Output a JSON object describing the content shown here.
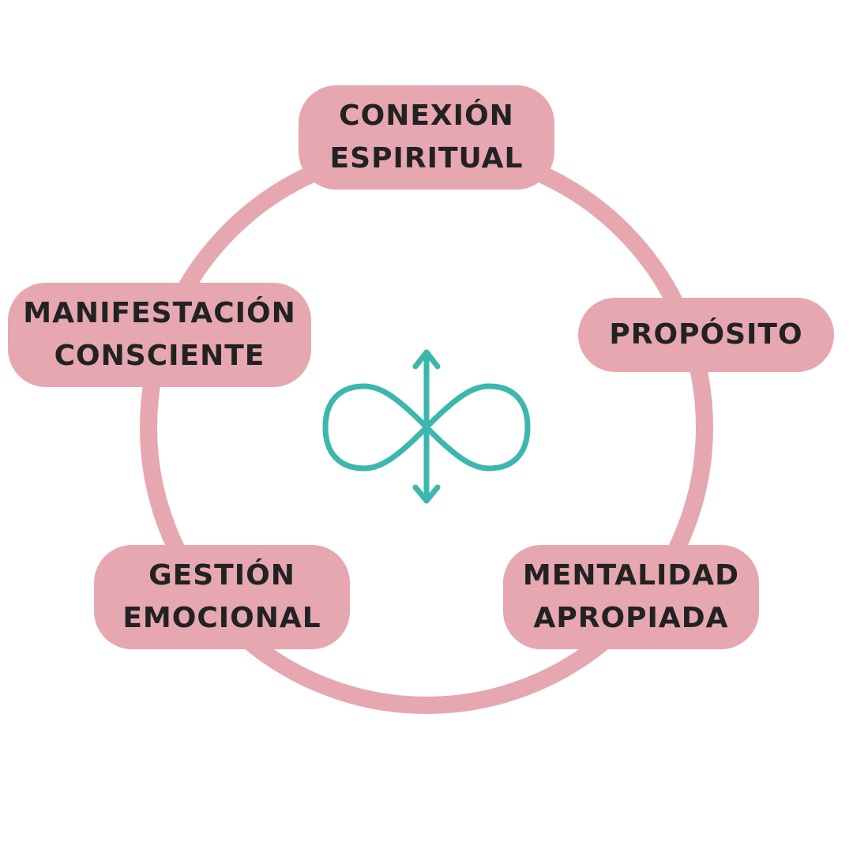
{
  "diagram": {
    "nodes": [
      {
        "id": "conexion-espiritual",
        "lines": [
          "CONEXIÓN",
          "ESPIRITUAL"
        ]
      },
      {
        "id": "proposito",
        "lines": [
          "PROPÓSITO"
        ]
      },
      {
        "id": "mentalidad-apropiada",
        "lines": [
          "MENTALIDAD",
          "APROPIADA"
        ]
      },
      {
        "id": "gestion-emocional",
        "lines": [
          "GESTIÓN",
          "EMOCIONAL"
        ]
      },
      {
        "id": "manifestacion-consciente",
        "lines": [
          "MANIFESTACIÓN",
          "CONSCIENTE"
        ]
      }
    ],
    "center_icon": "infinity-with-vertical-double-arrow-icon",
    "colors": {
      "ring": "#e6a7b0",
      "pill_fill": "#e6a7b0",
      "text": "#222222",
      "icon": "#3cb7ad",
      "background": "#ffffff"
    }
  }
}
